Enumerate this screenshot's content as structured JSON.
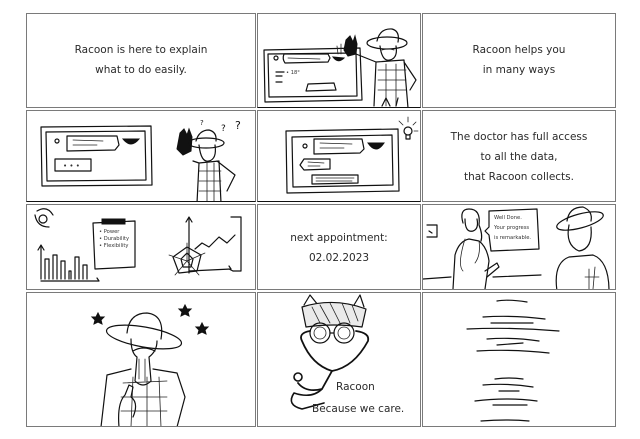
{
  "storyboard": {
    "panels": [
      {
        "id": 1,
        "type": "text",
        "lines": [
          "Racoon is here to explain",
          "what to do easily."
        ]
      },
      {
        "id": 2,
        "type": "sketch",
        "description": "farmer in hat holding black glove, pointing at tablet with app UI",
        "tablet_label": "• 18°"
      },
      {
        "id": 3,
        "type": "text",
        "lines": [
          "Racoon helps you",
          "in many ways"
        ]
      },
      {
        "id": 4,
        "type": "sketch",
        "description": "tablet with chat bubbles and typing dots; confused farmer with question marks",
        "typing_indicator": "• • •",
        "marks": [
          "?",
          "?",
          "?"
        ]
      },
      {
        "id": 5,
        "type": "sketch",
        "description": "tablet chat conversation with racoon avatar and light bulb idea icon"
      },
      {
        "id": 6,
        "type": "text",
        "lines": [
          "The doctor has full access",
          "to all the data,",
          "that Racoon collects."
        ]
      },
      {
        "id": 7,
        "type": "sketch",
        "description": "data charts: bar chart, clipboard list, radar chart, line chart",
        "clipboard_items": [
          "• Power",
          "• Durability",
          "• Flexibility"
        ]
      },
      {
        "id": 8,
        "type": "text",
        "lines": [
          "next appointment:",
          "02.02.2023"
        ]
      },
      {
        "id": 9,
        "type": "sketch",
        "description": "doctor talking to farmer",
        "speech_bubble": [
          "Well Done.",
          "Your progress",
          "is remarkable."
        ]
      },
      {
        "id": 10,
        "type": "sketch",
        "description": "happy farmer giving thumbs up with stars around"
      },
      {
        "id": 11,
        "type": "logo",
        "description": "racoon with goggles and stethoscope",
        "lines": [
          "Racoon",
          "Because we care."
        ]
      },
      {
        "id": 12,
        "type": "sketch",
        "description": "scribbled placeholder text lines"
      }
    ]
  }
}
